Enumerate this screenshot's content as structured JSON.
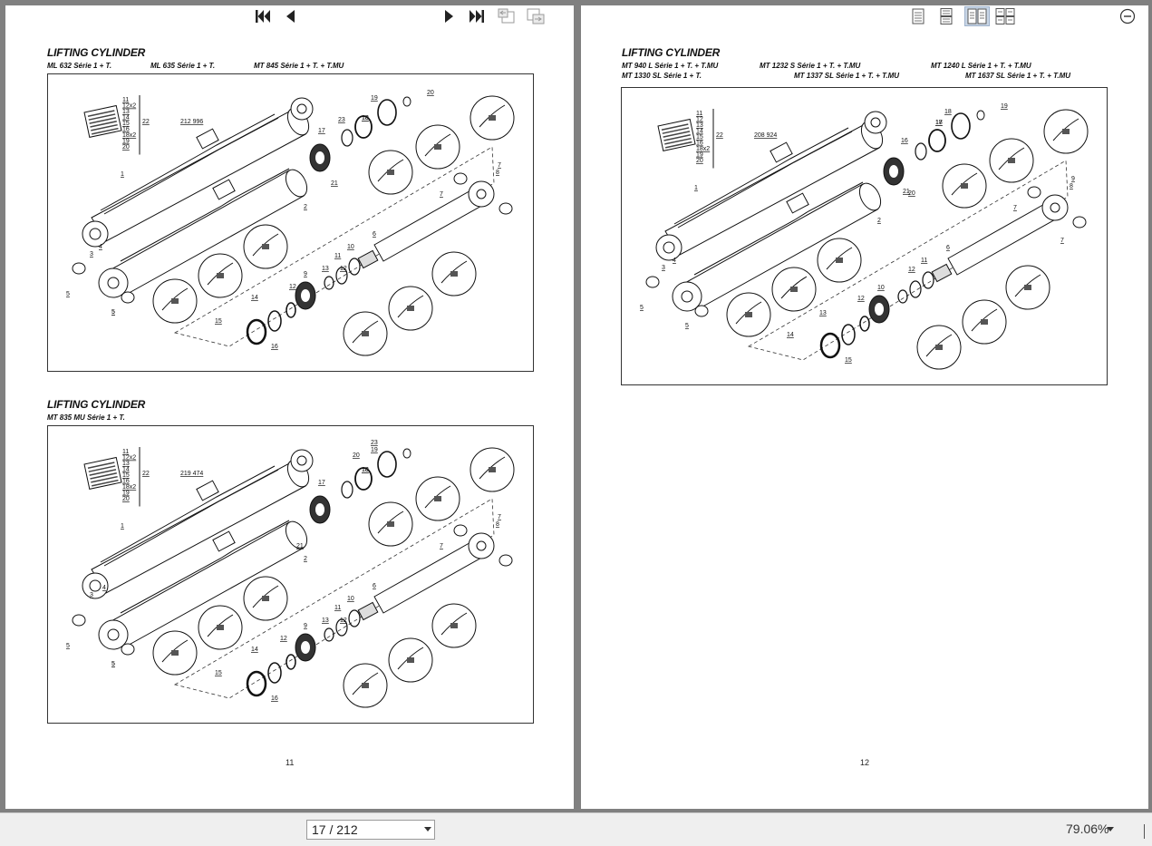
{
  "left_page": {
    "sections": [
      {
        "title": "LIFTING CYLINDER",
        "models": [
          "ML 632 Série 1 + T.",
          "ML 635 Série 1 + T.",
          "MT 845 Série 1 + T. + T.MU"
        ],
        "part_ref": "212 996",
        "legend": [
          "11",
          "12x2",
          "13",
          "14",
          "15",
          "16",
          "18x2",
          "19",
          "20"
        ],
        "legend_total": "22",
        "callouts": [
          "1",
          "2",
          "3",
          "4",
          "5",
          "5",
          "5",
          "6",
          "7",
          "7",
          "8",
          "9",
          "10",
          "11",
          "12",
          "12",
          "13",
          "14",
          "15",
          "16",
          "17",
          "18",
          "18",
          "19",
          "20",
          "21",
          "23"
        ]
      },
      {
        "title": "LIFTING CYLINDER",
        "models": [
          "MT 835 MU Série 1 + T."
        ],
        "part_ref": "219 474",
        "legend": [
          "11",
          "12x2",
          "13",
          "14",
          "15",
          "16",
          "18x2",
          "19",
          "20"
        ],
        "legend_total": "22",
        "callouts": [
          "1",
          "2",
          "4",
          "3",
          "5",
          "5",
          "5",
          "6",
          "7",
          "7",
          "8",
          "9",
          "10",
          "11",
          "12",
          "12",
          "13",
          "14",
          "15",
          "16",
          "17",
          "18",
          "18",
          "19",
          "20",
          "21",
          "23"
        ]
      }
    ],
    "page_number": "11"
  },
  "right_page": {
    "title": "LIFTING CYLINDER",
    "models": [
      "MT 940 L Série 1 + T. + T.MU",
      "MT 1232 S Série 1 + T. + T.MU",
      "MT 1240 L Série 1 + T. + T.MU",
      "MT 1330 SL Série 1 + T.",
      "MT 1337 SL Série 1 + T. + T.MU",
      "MT 1637 SL Série 1 + T. + T.MU"
    ],
    "part_ref": "208 924",
    "legend": [
      "11",
      "12",
      "13",
      "14",
      "15",
      "16",
      "18x2",
      "19",
      "20"
    ],
    "legend_total": "22",
    "callouts": [
      "1",
      "2",
      "3",
      "4",
      "5",
      "5",
      "6",
      "7",
      "7",
      "8",
      "9",
      "10",
      "11",
      "12",
      "12",
      "13",
      "14",
      "15",
      "16",
      "17",
      "18",
      "18",
      "19",
      "20",
      "21"
    ],
    "page_number": "12"
  },
  "toolbar": {
    "page_indicator": "17 / 212",
    "zoom": "79.06%",
    "icons": [
      "first-page-icon",
      "prev-page-icon",
      "next-page-icon",
      "last-page-icon",
      "previous-view-icon",
      "next-view-icon",
      "single-page-icon",
      "continuous-icon",
      "facing-icon",
      "continuous-facing-icon",
      "zoom-out-icon"
    ]
  }
}
